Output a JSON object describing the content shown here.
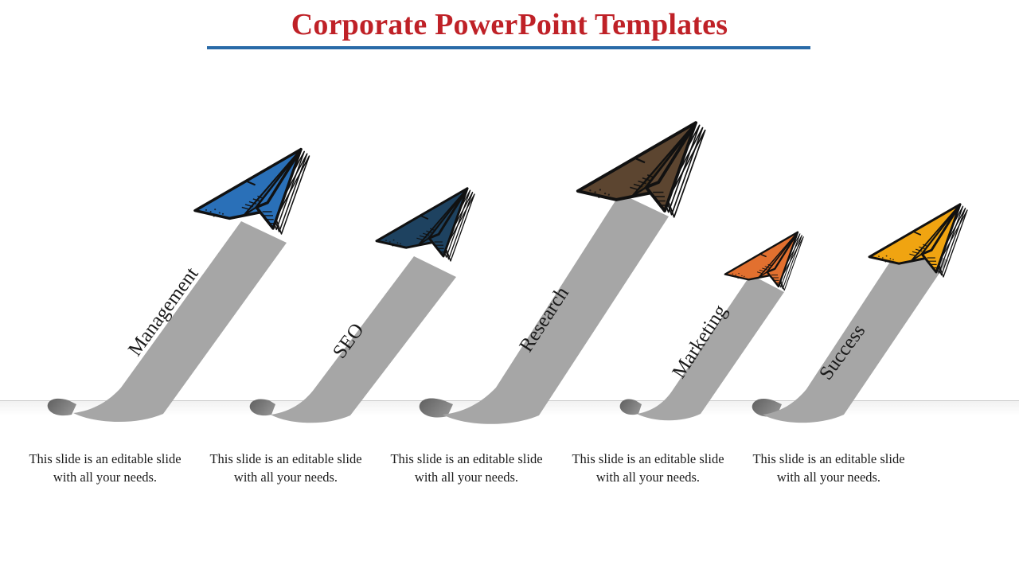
{
  "slide": {
    "title": "Corporate PowerPoint Templates",
    "accent_rule_color": "#2a6ba8",
    "title_color": "#bf2127",
    "background_color": "#ffffff",
    "trail_color": "#a6a6a6",
    "trail_shadow_color": "#6e6e6e",
    "label_color": "#1a1a1a"
  },
  "items": [
    {
      "label": "Management",
      "caption": "This slide is an editable slide with all your needs.",
      "plane_color": "#2a70b8",
      "plane_shade": "#225d99",
      "height_rank": 3
    },
    {
      "label": "SEO",
      "caption": "This slide is an editable slide with all your needs.",
      "plane_color": "#1e4260",
      "plane_shade": "#16334b",
      "height_rank": 2
    },
    {
      "label": "Research",
      "caption": "This slide is an editable slide with all your needs.",
      "plane_color": "#5c4530",
      "plane_shade": "#48351f",
      "height_rank": 5
    },
    {
      "label": "Marketing",
      "caption": "This slide is an editable slide with all your needs.",
      "plane_color": "#e2702f",
      "plane_shade": "#c65c22",
      "height_rank": 1
    },
    {
      "label": "Success",
      "caption": "This slide is an editable slide with all your needs.",
      "plane_color": "#f0a411",
      "plane_shade": "#d18f0c",
      "height_rank": 4
    }
  ]
}
